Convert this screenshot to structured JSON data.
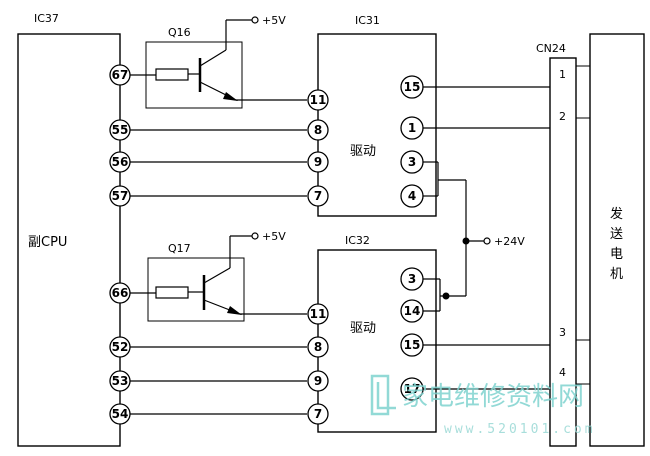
{
  "chips": {
    "ic37": "IC37",
    "sub_cpu": "副CPU",
    "ic31": "IC31",
    "ic32": "IC32",
    "driver1": "驱动",
    "driver2": "驱动",
    "cn24": "CN24",
    "motor": [
      "发",
      "送",
      "电",
      "机"
    ]
  },
  "transistors": {
    "q16": "Q16",
    "q17": "Q17",
    "vcc1": "+5V",
    "vcc2": "+5V"
  },
  "supply": {
    "v24": "+24V"
  },
  "pins": {
    "ic37": [
      "67",
      "55",
      "56",
      "57",
      "66",
      "52",
      "53",
      "54"
    ],
    "ic31_left": [
      "11",
      "8",
      "9",
      "7"
    ],
    "ic31_right": [
      "15",
      "1",
      "3",
      "4"
    ],
    "ic32_left": [
      "11",
      "8",
      "9",
      "7"
    ],
    "ic32_right": [
      "3",
      "14",
      "15",
      "17"
    ],
    "cn24": [
      "1",
      "2",
      "3",
      "4"
    ]
  },
  "watermark": {
    "brand": "家电维修资料网",
    "url": "www.520101.com"
  },
  "colors": {
    "line": "#000000",
    "watermark": "#7fd3cf"
  }
}
